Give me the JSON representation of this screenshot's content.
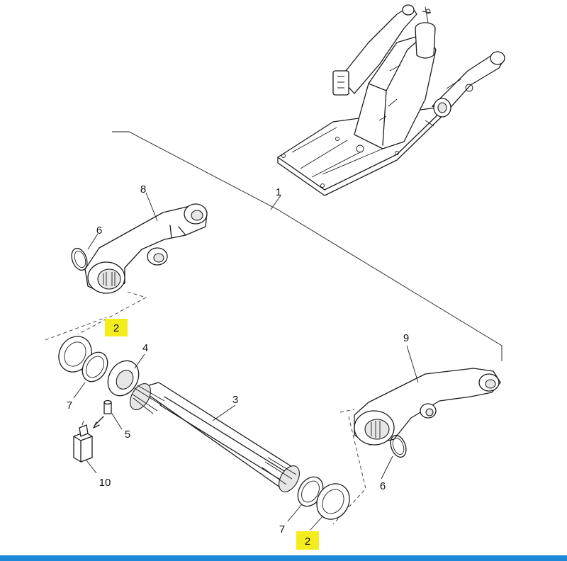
{
  "diagram": {
    "callouts": {
      "c1": "1",
      "c2_top": "2",
      "c2_bottom": "2",
      "c3": "3",
      "c4": "4",
      "c5": "5",
      "c6_top": "6",
      "c6_bottom": "6",
      "c7_top": "7",
      "c7_bottom": "7",
      "c8": "8",
      "c9": "9",
      "c10": "10"
    },
    "highlight_color": "#f5ec1c",
    "footer_bar_color": "#1e88d8"
  }
}
